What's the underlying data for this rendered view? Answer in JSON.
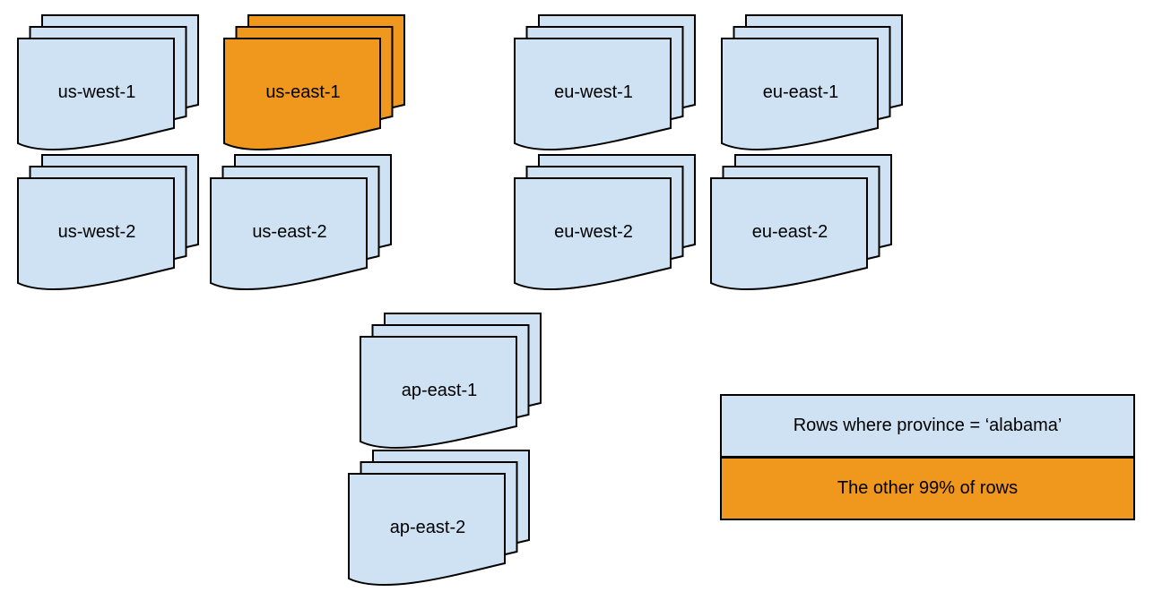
{
  "colors": {
    "blue": "#CFE2F3",
    "orange": "#F0971E",
    "outline": "#000000",
    "background": "#FFFFFF"
  },
  "stacks": [
    {
      "label": "us-west-1",
      "color": "blue"
    },
    {
      "label": "us-east-1",
      "color": "orange"
    },
    {
      "label": "eu-west-1",
      "color": "blue"
    },
    {
      "label": "eu-east-1",
      "color": "blue"
    },
    {
      "label": "us-west-2",
      "color": "blue"
    },
    {
      "label": "us-east-2",
      "color": "blue"
    },
    {
      "label": "eu-west-2",
      "color": "blue"
    },
    {
      "label": "eu-east-2",
      "color": "blue"
    },
    {
      "label": "ap-east-1",
      "color": "blue"
    },
    {
      "label": "ap-east-2",
      "color": "blue"
    }
  ],
  "legend": {
    "items": [
      {
        "label": "Rows where province = ‘alabama’",
        "color": "blue"
      },
      {
        "label": "The other 99% of rows",
        "color": "orange"
      }
    ]
  }
}
